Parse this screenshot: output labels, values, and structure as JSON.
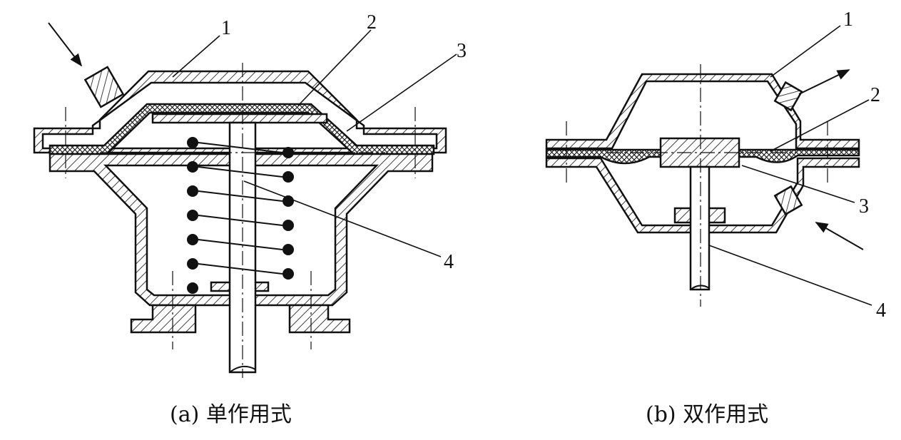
{
  "panels": [
    {
      "id": "a",
      "caption": "(a) 单作用式",
      "labels": [
        "1",
        "2",
        "3",
        "4"
      ]
    },
    {
      "id": "b",
      "caption": "(b) 双作用式",
      "labels": [
        "1",
        "2",
        "3",
        "4"
      ]
    }
  ]
}
